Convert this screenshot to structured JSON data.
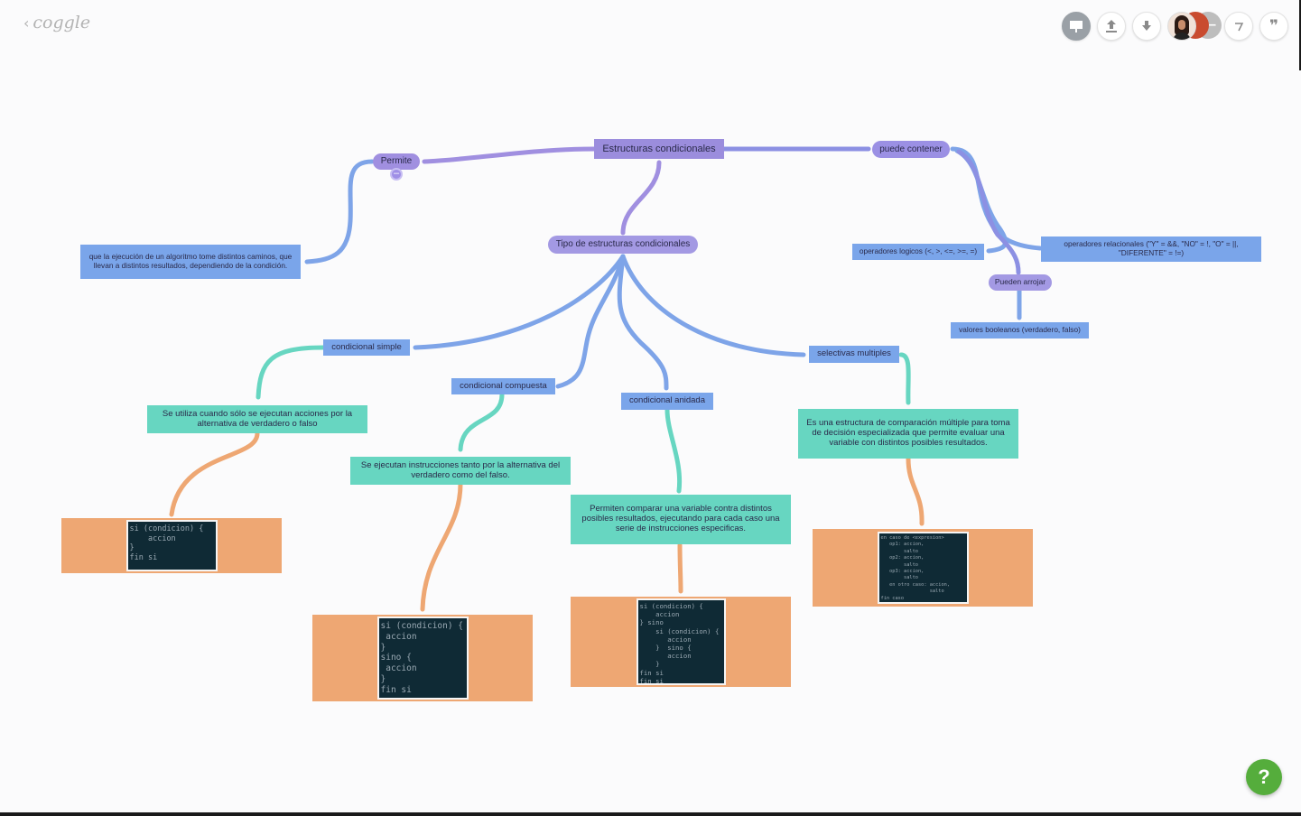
{
  "app": {
    "logo": "coggle",
    "back_icon": "chevron-left-icon"
  },
  "toolbar": {
    "present_icon": "presentation-icon",
    "share_icon": "upload-icon",
    "download_icon": "download-icon",
    "history_icon": "history-icon",
    "comment_icon": "quote-icon",
    "overflow_badge": "–",
    "comment_glyph": "❞"
  },
  "map": {
    "root": "Estructuras condicionales",
    "permite": "Permite",
    "permite_desc": "que la ejecución de un algoritmo tome distintos caminos, que llevan a distintos resultados, dependiendo de la condición.",
    "tipo": "Tipo de estructuras condicionales",
    "puede_contener": "puede contener",
    "operadores_logicos": "operadores logicos (<, >, <=, >=, =)",
    "operadores_relacionales": "operadores relacionales (\"Y\" = &&, \"NO\" = !, \"O\" = ||, \"DIFERENTE\" = !=)",
    "pueden_arrojar": "Pueden arrojar",
    "valores_booleanos": "valores booleanos (verdadero, falso)",
    "simple": "condicional simple",
    "simple_desc": "Se utiliza cuando sólo se ejecutan acciones por la alternativa de verdadero o falso",
    "simple_code": "si (condicion) {\n    accion\n}\nfin si",
    "compuesta": "condicional compuesta",
    "compuesta_desc": "Se ejecutan instrucciones tanto por la alternativa del verdadero como del falso.",
    "compuesta_code": "si (condicion) {\n accion\n}\nsino {\n accion\n}\nfin si",
    "anidada": "condicional anidada",
    "anidada_desc": "Permiten comparar una variable contra distintos posibles resultados, ejecutando para cada caso una serie de instrucciones especificas.",
    "anidada_code": "si (condicion) {\n    accion\n} sino\n    si (condicion) {\n       accion\n    }  sino {\n       accion\n    }\nfin si\nfin si",
    "multiples": "selectivas multiples",
    "multiples_desc": "Es una estructura de comparación múltiple para toma de decisión especializada que permite evaluar una variable con distintos posibles resultados.",
    "multiples_code": "en caso de <expresion>\n   op1: accion,\n        salto\n   op2: accion,\n        salto\n   op3: accion,\n        salto\n   en otro caso: accion,\n                 salto\nfin caso",
    "collapse_glyph": "–"
  },
  "help": {
    "label": "?"
  },
  "colors": {
    "purple": "#a399e3",
    "blue": "#7aa5ea",
    "teal": "#67d6c1",
    "orange": "#eea773",
    "help_green": "#55ad3c"
  }
}
